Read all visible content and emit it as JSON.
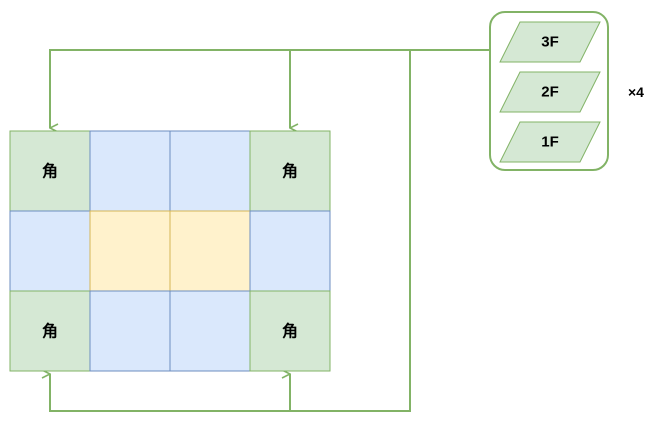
{
  "colors": {
    "corner_fill": "#d5e8d4",
    "corner_stroke": "#82b366",
    "edge_fill": "#dae8fc",
    "edge_stroke": "#6c8ebf",
    "center_fill": "#fff2cc",
    "center_stroke": "#d6b656",
    "connector": "#82b366"
  },
  "grid": {
    "rows": [
      [
        {
          "kind": "corner",
          "label": "角"
        },
        {
          "kind": "edge",
          "label": ""
        },
        {
          "kind": "edge",
          "label": ""
        },
        {
          "kind": "corner",
          "label": "角"
        }
      ],
      [
        {
          "kind": "edge",
          "label": ""
        },
        {
          "kind": "center",
          "label": ""
        },
        {
          "kind": "center",
          "label": ""
        },
        {
          "kind": "edge",
          "label": ""
        }
      ],
      [
        {
          "kind": "corner",
          "label": "角"
        },
        {
          "kind": "edge",
          "label": ""
        },
        {
          "kind": "edge",
          "label": ""
        },
        {
          "kind": "corner",
          "label": "角"
        }
      ]
    ]
  },
  "floors": {
    "items": [
      {
        "label": "3F"
      },
      {
        "label": "2F"
      },
      {
        "label": "1F"
      }
    ],
    "multiplier": "×4"
  }
}
